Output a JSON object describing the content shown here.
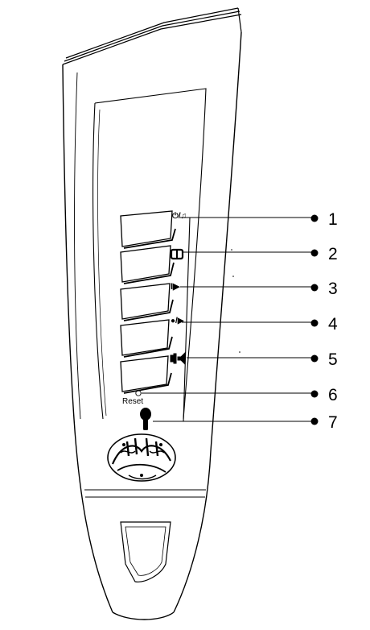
{
  "device": {
    "reset_label": "Reset",
    "buttons": [
      {
        "icon": "power-music-icon",
        "glyph": "⏻/♫",
        "callout": "1"
      },
      {
        "icon": "book-icon",
        "glyph": "",
        "callout": "2"
      },
      {
        "icon": "play-icon",
        "glyph": "I▶",
        "callout": "3"
      },
      {
        "icon": "record-play-icon",
        "glyph": "●/▶",
        "callout": "4"
      },
      {
        "icon": "volume-icon",
        "glyph": "",
        "callout": "5"
      }
    ],
    "extra_callouts": [
      {
        "target": "reset-hole",
        "callout": "6"
      },
      {
        "target": "pen-tip-sensor",
        "callout": "7"
      }
    ],
    "emblem": "quran-calligraphy-emblem",
    "colors": {
      "line": "#000000",
      "background": "#ffffff"
    }
  }
}
